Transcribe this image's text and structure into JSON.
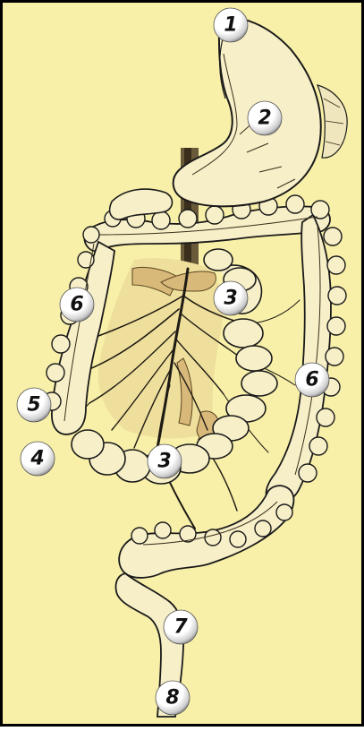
{
  "labels": {
    "l1": "1",
    "l2": "2",
    "l3a": "3",
    "l3b": "3",
    "l4": "4",
    "l5": "5",
    "l6a": "6",
    "l6b": "6",
    "l7": "7",
    "l8": "8"
  },
  "colors": {
    "background": "#f8f0a8",
    "frame": "#000000",
    "organ_fill": "#f7efc8",
    "organ_outline": "#1a1a1a",
    "mesentery": "#d9b97a",
    "vessel": "#1e1a14",
    "marker_fill": "#ffffff"
  }
}
